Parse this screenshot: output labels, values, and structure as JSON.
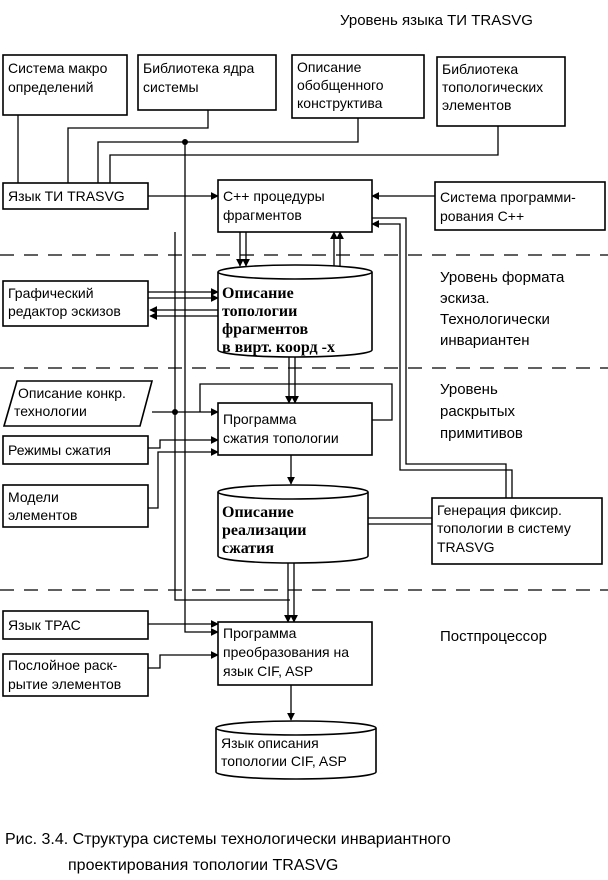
{
  "levels": {
    "language": "Уровень языка ТИ TRASVG",
    "sketch": [
      "Уровень формата",
      "эскиза.",
      "Технологически",
      "инвариантен"
    ],
    "primitives": [
      "Уровень",
      "раскрытых",
      "примитивов"
    ],
    "postprocessor": "Постпроцессор"
  },
  "boxes": {
    "macro": [
      "Система макро",
      "определений"
    ],
    "corelib": [
      "Библиотека ядра",
      "системы"
    ],
    "generic": [
      "Описание",
      "обобщенного",
      "конструктива"
    ],
    "topolib": [
      "Библиотека",
      "топологических",
      "элементов"
    ],
    "lang_ti": "Язык ТИ TRASVG",
    "cpp_proc": [
      "С++ процедуры",
      "фрагментов"
    ],
    "prog_sys": [
      "Система программи-",
      "рования С++"
    ],
    "graph_editor": [
      "Графический",
      "редактор эскизов"
    ],
    "tech_desc": [
      "Описание конкр.",
      "технологии"
    ],
    "compress_modes": "Режимы сжатия",
    "elem_models": [
      "Модели",
      "элементов"
    ],
    "compress_prog": [
      "Программа",
      "сжатия топологии"
    ],
    "gen_fixed": [
      "Генерация фиксир.",
      "топологии в систему",
      "TRASVG"
    ],
    "lang_trac": "Язык ТРАС",
    "layer_expand": [
      "Послойное раск-",
      "рытие элементов"
    ],
    "convert_prog": [
      "Программа",
      "преобразования на",
      "язык CIF, ASP"
    ]
  },
  "databases": {
    "fragments": [
      "Описание",
      "топологии",
      "фрагментов",
      "в вирт. коорд -х"
    ],
    "compression": [
      "Описание",
      "реализации",
      "сжатия"
    ],
    "cif": [
      "Язык описания",
      "топологии CIF, ASP"
    ]
  },
  "caption": {
    "line1": "Рис.  3.4.   Структура системы технологически инвариантного",
    "line2": "проектирования топологии TRASVG"
  }
}
